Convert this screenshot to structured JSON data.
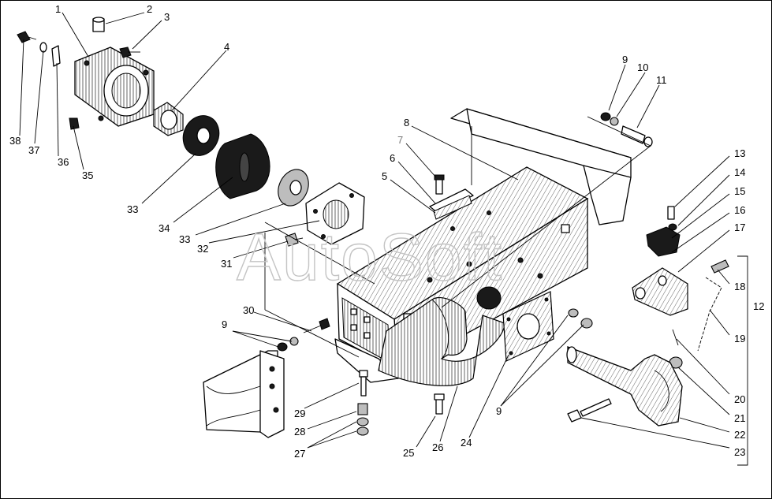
{
  "watermark": "AutoSoft",
  "callouts": [
    "1",
    "2",
    "3",
    "4",
    "5",
    "6",
    "7",
    "8",
    "9",
    "10",
    "11",
    "12",
    "13",
    "14",
    "15",
    "16",
    "17",
    "18",
    "19",
    "20",
    "21",
    "22",
    "23",
    "24",
    "25",
    "26",
    "27",
    "28",
    "29",
    "30",
    "31",
    "32",
    "33",
    "34",
    "35",
    "36",
    "37",
    "38"
  ],
  "callouts_extra": {
    "nine_b": "9",
    "nine_c": "9",
    "thirtythree_b": "33"
  }
}
